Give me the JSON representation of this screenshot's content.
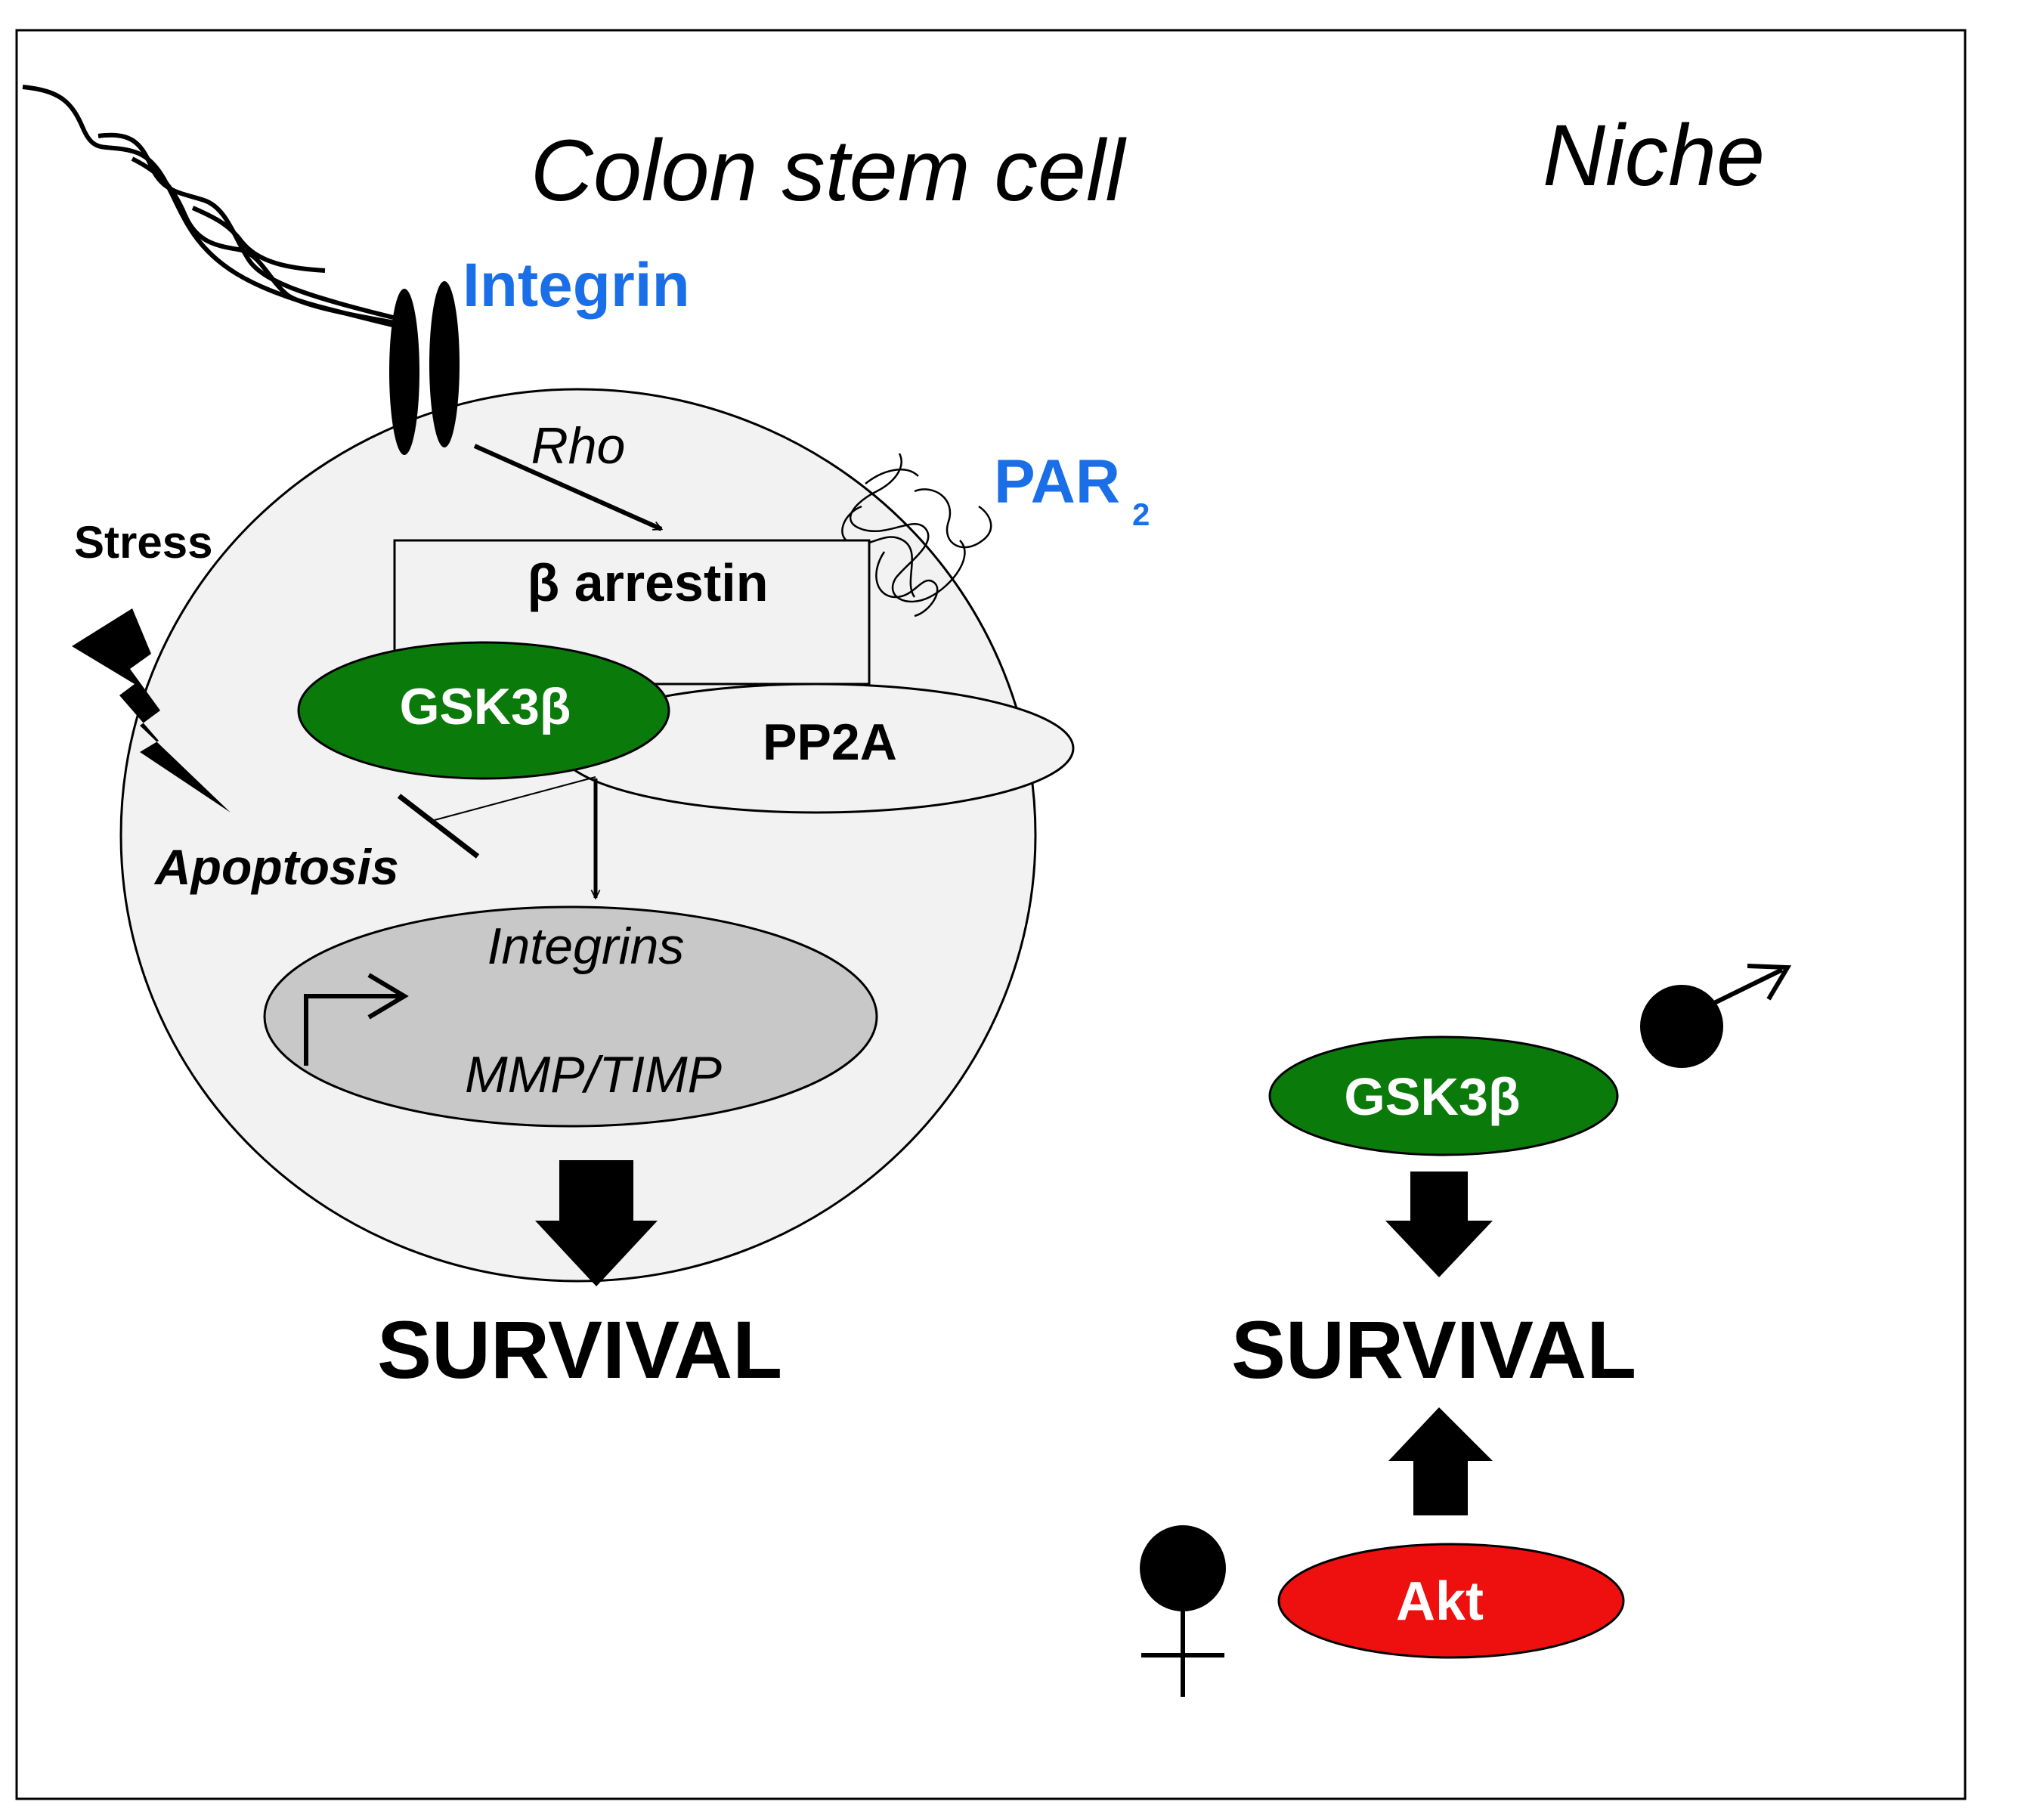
{
  "title_left": "Colon stem cell",
  "title_right": "Niche",
  "receptor_integrin": "Integrin",
  "receptor_par": "PAR",
  "receptor_par_subscript": "2",
  "signal_rho": "Rho",
  "stress_label": "Stress",
  "beta_arrestin": "β arrestin",
  "gsk3b_cell": "GSK3β",
  "pp2a": "PP2A",
  "apoptosis": "Apoptosis",
  "nucleus_gene_1": "Integrins",
  "nucleus_gene_2": "MMP/TIMP",
  "survival_left": "SURVIVAL",
  "gsk3b_niche": "GSK3β",
  "survival_right": "SURVIVAL",
  "akt": "Akt",
  "colors": {
    "integrin_blue": "#1a6fe8",
    "gsk3b_green": "#0a7a0a",
    "akt_red": "#ee0f0f",
    "cell_fill": "#f2f2f2",
    "nucleus_fill": "#c8c8c8"
  },
  "icons": [
    "male-symbol-icon",
    "female-symbol-icon",
    "lightning-bolt-icon",
    "transcription-start-arrow-icon"
  ]
}
